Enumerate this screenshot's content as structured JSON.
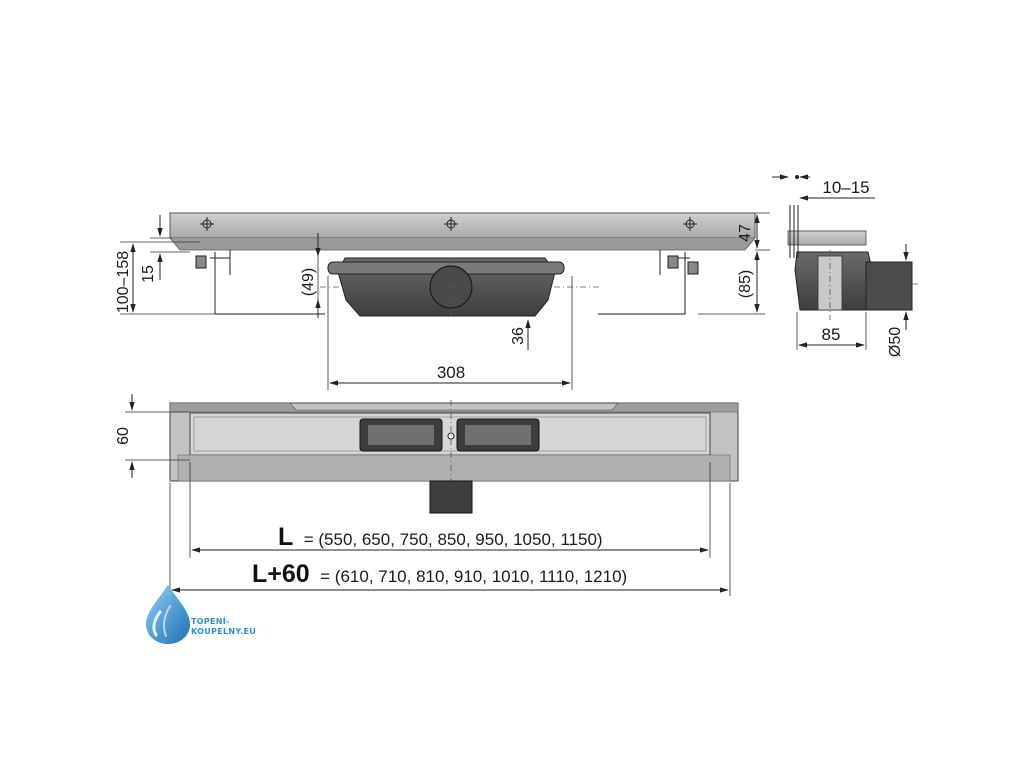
{
  "colors": {
    "steel": "#b8b8b8",
    "steel_dark": "#8c8c8c",
    "steel_light": "#d4d4d4",
    "body_gray": "#5a5a5a",
    "line": "#222222",
    "logo_blue": "#2f8fd0"
  },
  "dimensions": {
    "height_range": "100–158",
    "frame_thickness": "15",
    "trap_height": "(49)",
    "outlet_height": "36",
    "trap_width": "308",
    "edge_height": "47",
    "side_height": "(85)",
    "flange_offset": "10–15",
    "side_width": "85",
    "outlet_diameter": "Ø50",
    "plan_width": "60"
  },
  "formulas": {
    "L": {
      "symbol": "L",
      "text": "= (550, 650, 750, 850, 950, 1050, 1150)"
    },
    "L60": {
      "symbol": "L+60",
      "text": "= (610, 710, 810, 910, 1010, 1110, 1210)"
    }
  },
  "logo": {
    "line1": "TOPENÍ-",
    "line2": "KOUPELNY.EU",
    "icon": "water-drop-icon"
  }
}
